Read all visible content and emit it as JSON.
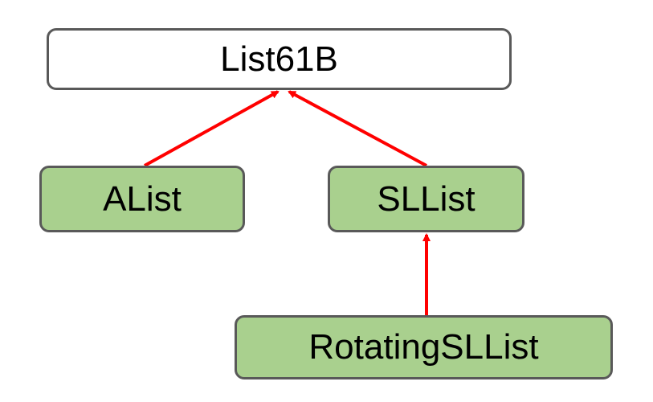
{
  "diagram": {
    "nodes": {
      "root": {
        "label": "List61B",
        "fill": "#ffffff"
      },
      "alist": {
        "label": "AList",
        "fill": "#a9d08e"
      },
      "sllist": {
        "label": "SLList",
        "fill": "#a9d08e"
      },
      "rotating": {
        "label": "RotatingSLList",
        "fill": "#a9d08e"
      }
    },
    "edges": [
      {
        "from": "AList",
        "to": "List61B"
      },
      {
        "from": "SLList",
        "to": "List61B"
      },
      {
        "from": "RotatingSLList",
        "to": "SLList"
      }
    ],
    "border_color": "#595959",
    "arrow_color": "#ff0000"
  }
}
